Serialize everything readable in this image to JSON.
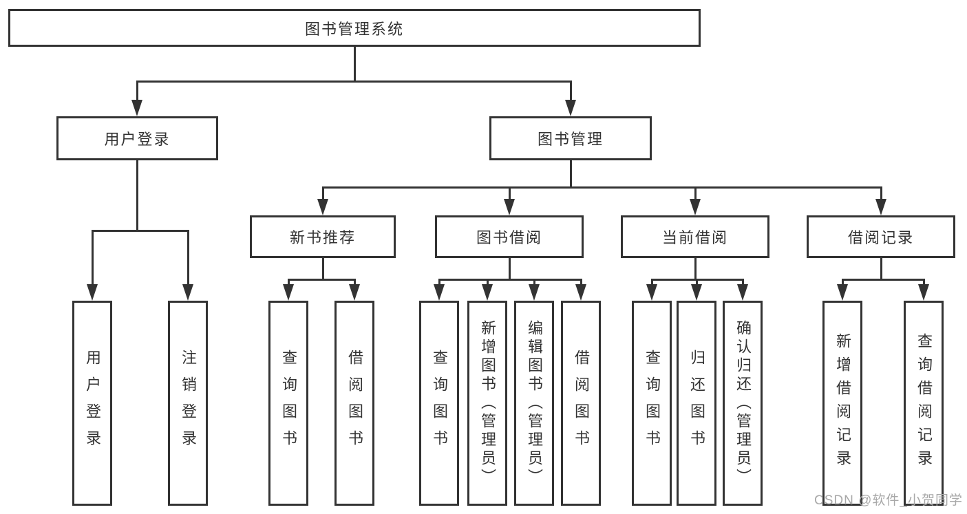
{
  "diagram": {
    "title_node": {
      "label": "图书管理系统"
    },
    "level2": {
      "user_login": {
        "label": "用户登录"
      },
      "book_mgmt": {
        "label": "图书管理"
      }
    },
    "level3": {
      "new_book_rec": {
        "label": "新书推荐"
      },
      "book_borrow": {
        "label": "图书借阅"
      },
      "current_borrow": {
        "label": "当前借阅"
      },
      "borrow_records": {
        "label": "借阅记录"
      }
    },
    "leaves": {
      "login_user": {
        "label": "用户登录"
      },
      "login_logout": {
        "label": "注销登录"
      },
      "rec_query": {
        "label": "查询图书"
      },
      "rec_borrow": {
        "label": "借阅图书"
      },
      "bb_query": {
        "label": "查询图书"
      },
      "bb_add": {
        "label": "新增图书（管理员）"
      },
      "bb_edit": {
        "label": "编辑图书（管理员）"
      },
      "bb_borrow": {
        "label": "借阅图书"
      },
      "cb_query": {
        "label": "查询图书"
      },
      "cb_return": {
        "label": "归还图书"
      },
      "cb_confirm": {
        "label": "确认归还（管理员）"
      },
      "br_add": {
        "label": "新增借阅记录"
      },
      "br_query": {
        "label": "查询借阅记录"
      }
    },
    "colors": {
      "line": "#333333",
      "text": "#333333",
      "background": "#ffffff"
    }
  },
  "watermark": {
    "text": "CSDN @软件_小贺同学"
  }
}
